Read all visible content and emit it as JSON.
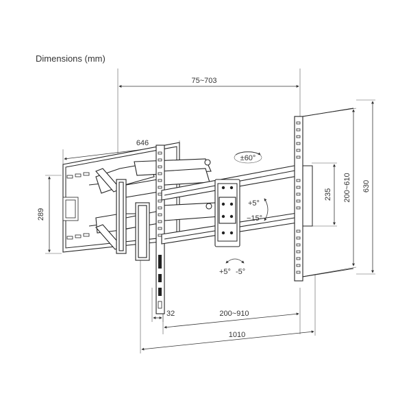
{
  "title": "Dimensions (mm)",
  "dimensions": {
    "top_width": "75~703",
    "arm_width": "646",
    "left_height": "289",
    "bracket_height": "235",
    "vesa_height": "200~610",
    "total_height": "630",
    "bottom_offset": "32",
    "vesa_width": "200~910",
    "total_width": "1010"
  },
  "rotation": {
    "swivel": "±60°",
    "tilt_up": "+5°",
    "tilt_down": "−15°",
    "roll_plus": "+5°",
    "roll_minus": "-5°"
  }
}
